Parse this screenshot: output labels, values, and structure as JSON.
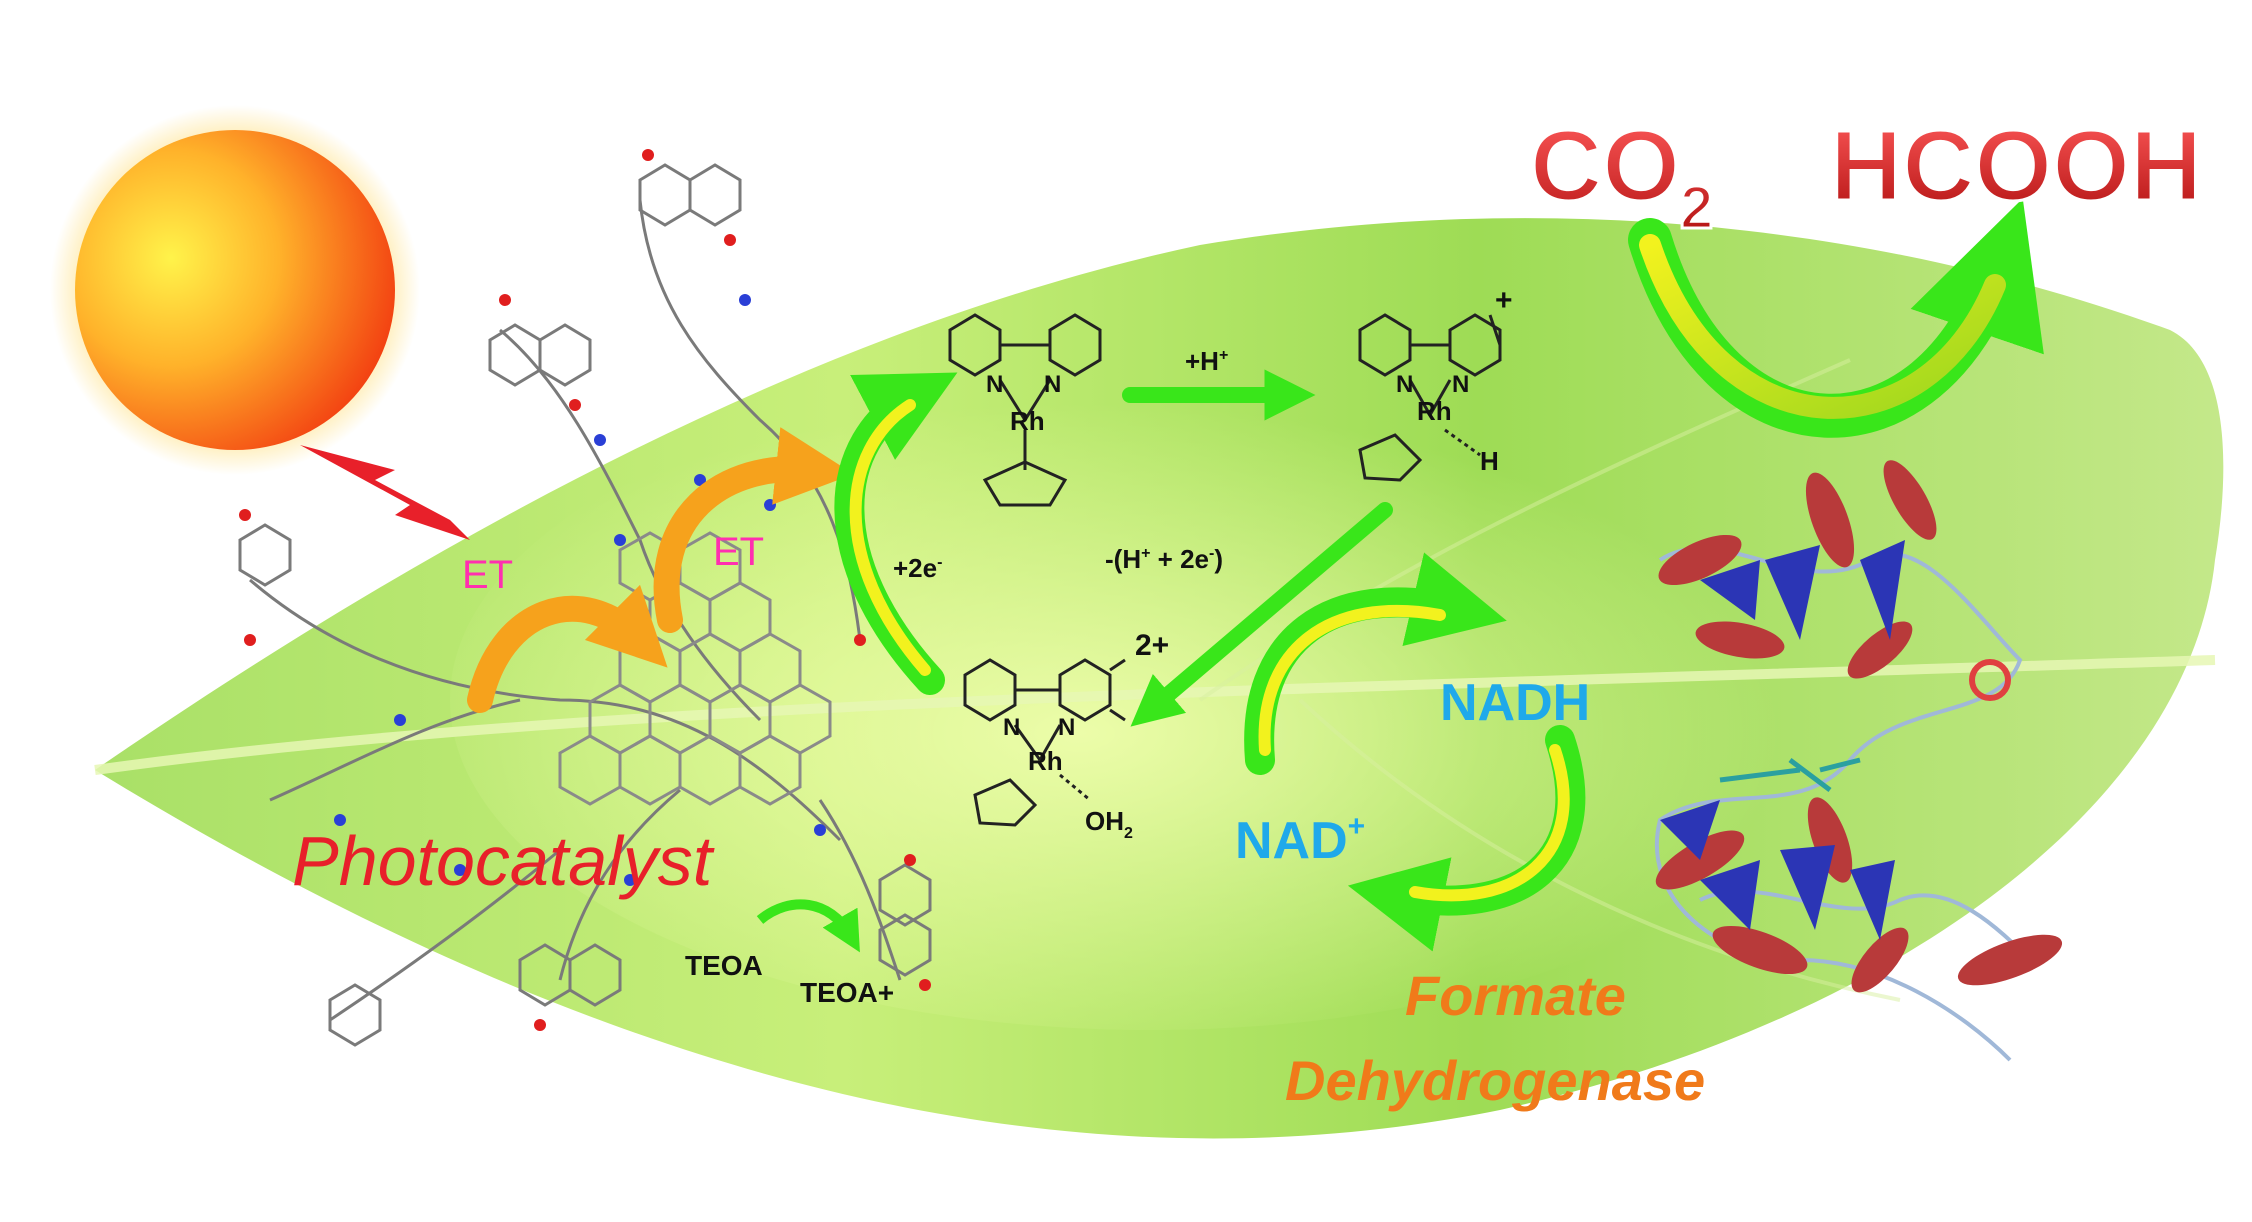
{
  "labels": {
    "et_left": "ET",
    "et_right": "ET",
    "photocatalyst": "Photocatalyst",
    "teoa": "TEOA",
    "teoa_plus": "TEOA+",
    "co2_main": "CO",
    "co2_sub": "2",
    "hcooh": "HCOOH",
    "plus_h": "+H",
    "plus_h_sup": "+",
    "plus_2e": "+2e",
    "plus_2e_sup": "-",
    "minus_h_2e": "-(H",
    "minus_h_2e_sup": "+",
    "minus_h_2e_tail": " + 2e",
    "minus_h_2e_sup2": "-",
    "minus_h_2e_close": ")",
    "charge_plus": "+",
    "charge_2plus": "2+",
    "rh": "Rh",
    "n": "N",
    "h": "H",
    "oh2_main": "OH",
    "oh2_sub": "2",
    "nadh": "NADH",
    "nad_main": "NAD",
    "nad_sup": "+",
    "enzyme_line1": "Formate",
    "enzyme_line2": "Dehydrogenase"
  },
  "colors": {
    "label_red": "#e8202a",
    "label_magenta": "#ff2fb0",
    "label_blue": "#1fa9ea",
    "label_orange": "#f07a1a",
    "arrow_green": "#39e61a",
    "arrow_yellow": "#f2f21e",
    "arrow_orange": "#f6a21c",
    "leaf_green": "#8fd64a",
    "co2_red": "#c81a1a"
  }
}
